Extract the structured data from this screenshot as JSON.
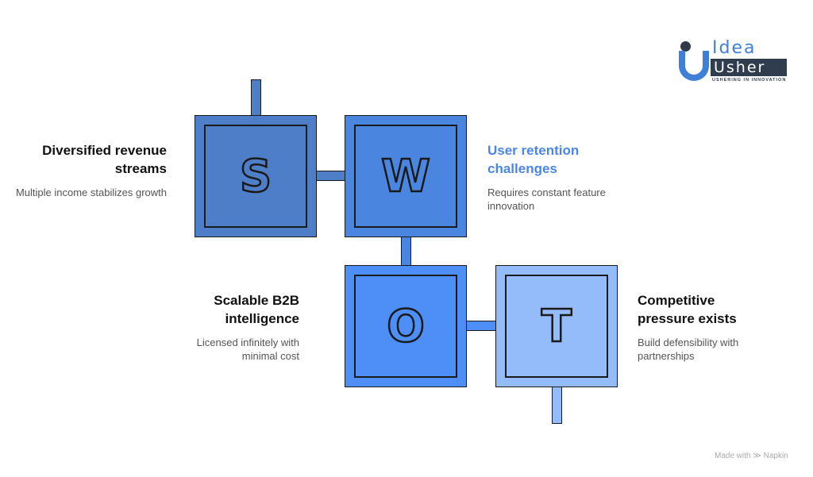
{
  "logo": {
    "line1": "Idea",
    "line2": "Usher",
    "tagline": "USHERING IN INNOVATION"
  },
  "quadrants": [
    {
      "letter": "S",
      "title": "Diversified revenue streams",
      "description": "Multiple income stabilizes growth",
      "color": "#4f7ec8"
    },
    {
      "letter": "W",
      "title": "User retention challenges",
      "description": "Requires constant feature innovation",
      "color": "#4a86e0",
      "title_color": "#4a86e8"
    },
    {
      "letter": "O",
      "title": "Scalable B2B intelligence",
      "description": "Licensed infinitely with minimal cost",
      "color": "#4d8ff7"
    },
    {
      "letter": "T",
      "title": "Competitive pressure exists",
      "description": "Build defensibility with partnerships",
      "color": "#94bbfa"
    }
  ],
  "footer": {
    "text": "Made with",
    "brand": "Napkin"
  }
}
